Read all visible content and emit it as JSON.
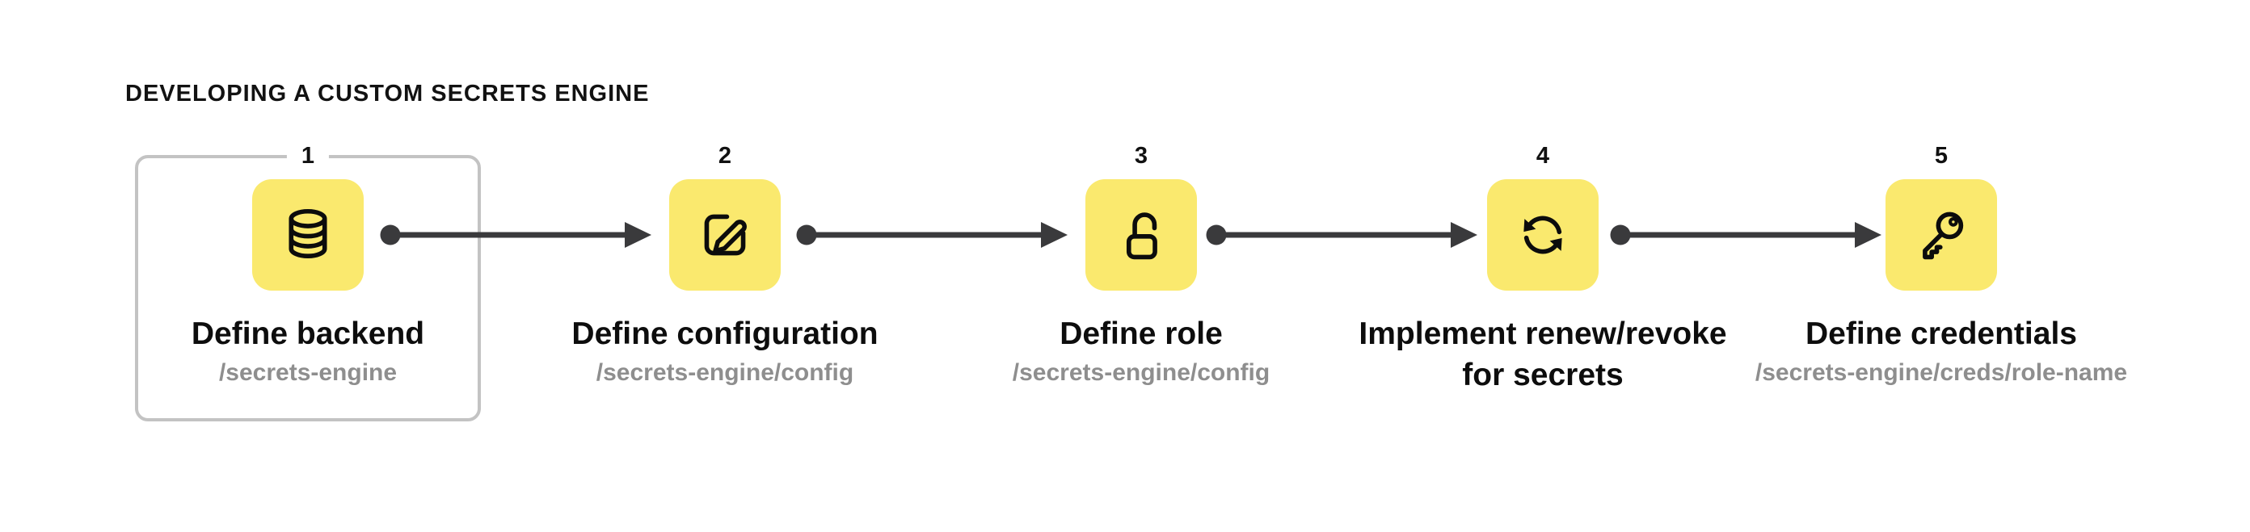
{
  "header": {
    "title": "DEVELOPING A CUSTOM SECRETS ENGINE"
  },
  "colors": {
    "tile_yellow": "#fae96e",
    "connector_dark": "#3a3a3c",
    "path_gray": "#8e8e8e",
    "frame_border_gray": "#c3c3c3",
    "text_black": "#0d0d0d"
  },
  "steps": [
    {
      "number": "1",
      "icon": "database-icon",
      "title_lines": [
        "Define backend",
        ""
      ],
      "path": "/secrets-engine",
      "framed": true
    },
    {
      "number": "2",
      "icon": "edit-icon",
      "title_lines": [
        "Define configuration",
        ""
      ],
      "path": "/secrets-engine/config"
    },
    {
      "number": "3",
      "icon": "unlock-icon",
      "title_lines": [
        "Define role",
        ""
      ],
      "path": "/secrets-engine/config"
    },
    {
      "number": "4",
      "icon": "refresh-icon",
      "title_lines": [
        "Implement renew/revoke",
        "for secrets"
      ],
      "path": ""
    },
    {
      "number": "5",
      "icon": "key-icon",
      "title_lines": [
        "Define credentials",
        ""
      ],
      "path": "/secrets-engine/creds/role-name"
    }
  ]
}
